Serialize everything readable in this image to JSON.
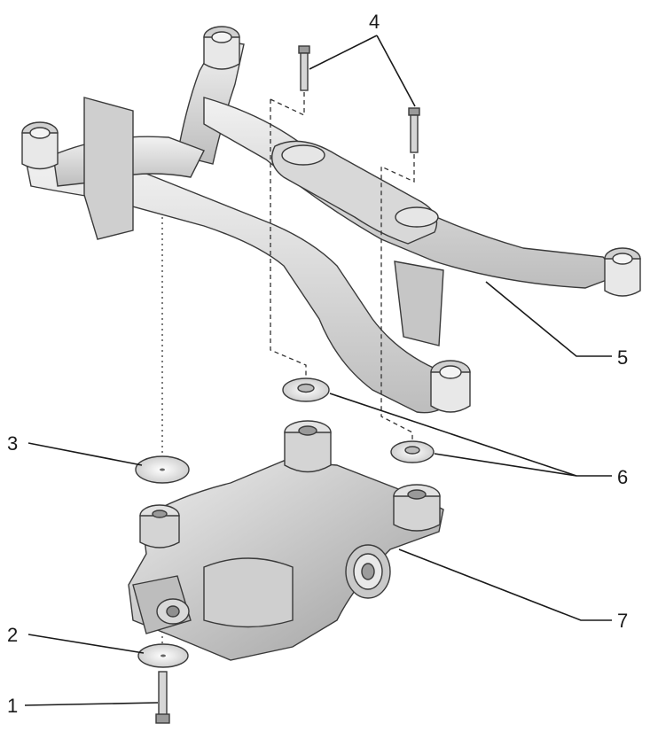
{
  "callouts": [
    {
      "id": "1",
      "label": "1",
      "part": "bolt"
    },
    {
      "id": "2",
      "label": "2",
      "part": "washer-lower"
    },
    {
      "id": "3",
      "label": "3",
      "part": "washer-upper"
    },
    {
      "id": "4",
      "label": "4",
      "part": "bolts-upper"
    },
    {
      "id": "5",
      "label": "5",
      "part": "subframe"
    },
    {
      "id": "6",
      "label": "6",
      "part": "bushing-washers"
    },
    {
      "id": "7",
      "label": "7",
      "part": "differential"
    }
  ],
  "colors": {
    "line": "#1a1a1a",
    "part_fill": "#e4e4e4",
    "part_shade": "#b8b8b8",
    "part_dark": "#8a8a8a"
  }
}
